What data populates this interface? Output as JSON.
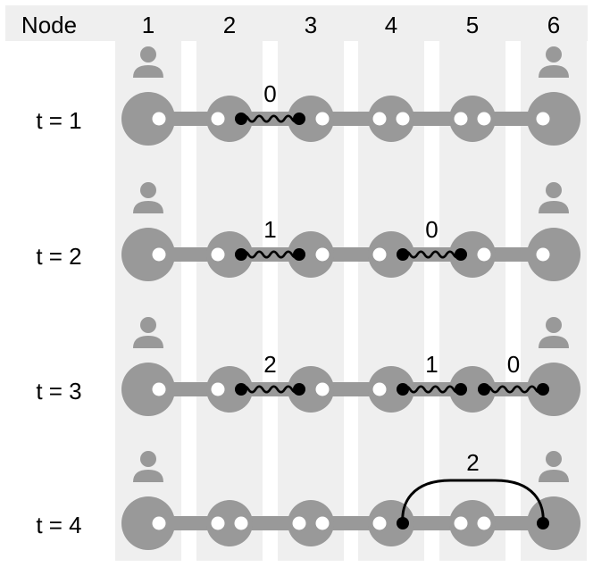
{
  "header": {
    "label": "Node",
    "nodes": [
      "1",
      "2",
      "3",
      "4",
      "5",
      "6"
    ]
  },
  "rows": [
    {
      "label": "t = 1",
      "users": [
        1,
        6
      ],
      "links": [
        {
          "from": 2,
          "to": 3,
          "style": "wavy",
          "label": "0"
        }
      ]
    },
    {
      "label": "t = 2",
      "users": [
        1,
        6
      ],
      "links": [
        {
          "from": 2,
          "to": 3,
          "style": "wavy",
          "label": "1"
        },
        {
          "from": 4,
          "to": 5,
          "style": "wavy",
          "label": "0"
        }
      ]
    },
    {
      "label": "t = 3",
      "users": [
        1,
        6
      ],
      "links": [
        {
          "from": 2,
          "to": 3,
          "style": "wavy",
          "label": "2"
        },
        {
          "from": 4,
          "to": 5,
          "style": "wavy",
          "label": "1"
        },
        {
          "from": 5,
          "to": 6,
          "style": "wavy",
          "label": "0"
        }
      ]
    },
    {
      "label": "t = 4",
      "users": [
        1,
        6
      ],
      "links": [
        {
          "from": 4,
          "to": 6,
          "style": "arc",
          "label": "2"
        }
      ]
    }
  ],
  "colors": {
    "column_band": "#efefef",
    "node": "#999999",
    "memory": "#ffffff",
    "link": "#000000",
    "text": "#000000"
  },
  "icons": {
    "user": "user-icon"
  }
}
